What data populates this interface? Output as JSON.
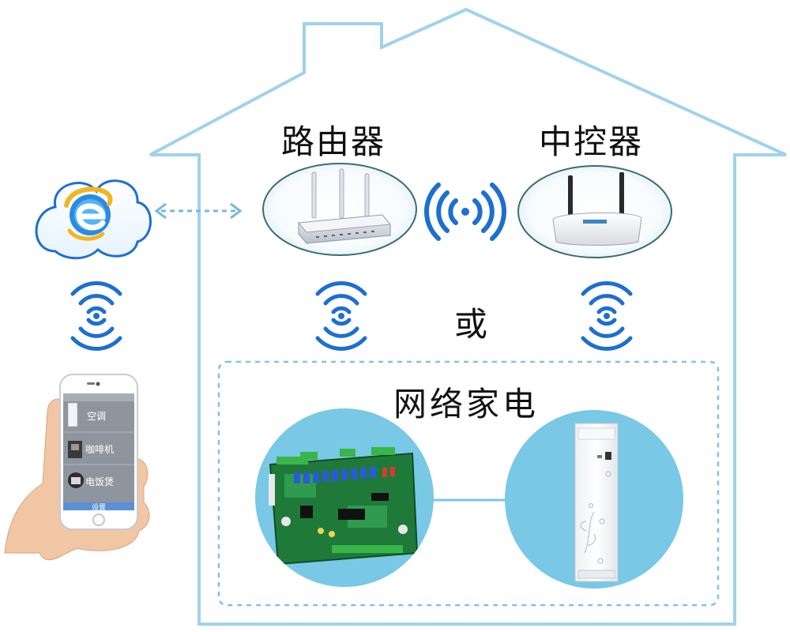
{
  "labels": {
    "router": "路由器",
    "controller": "中控器",
    "or": "或",
    "appliances": "网络家电"
  },
  "router_panel": {
    "led_text": ""
  },
  "controller_panel": {
    "brand_text": ""
  },
  "phone": {
    "items": [
      {
        "label": "空调"
      },
      {
        "label": "咖啡机"
      },
      {
        "label": "电饭煲"
      }
    ],
    "bottom_button": "设置"
  },
  "colors": {
    "house_outline": "#9fd3ea",
    "wifi_blue": "#1d6fd0",
    "circle_fill": "#78c8e6",
    "dashed_box": "#7ec3e3",
    "arrow": "#7ab8dc"
  },
  "icons": {
    "internet": "internet-explorer-cloud-icon",
    "wifi": "wifi-icon"
  }
}
